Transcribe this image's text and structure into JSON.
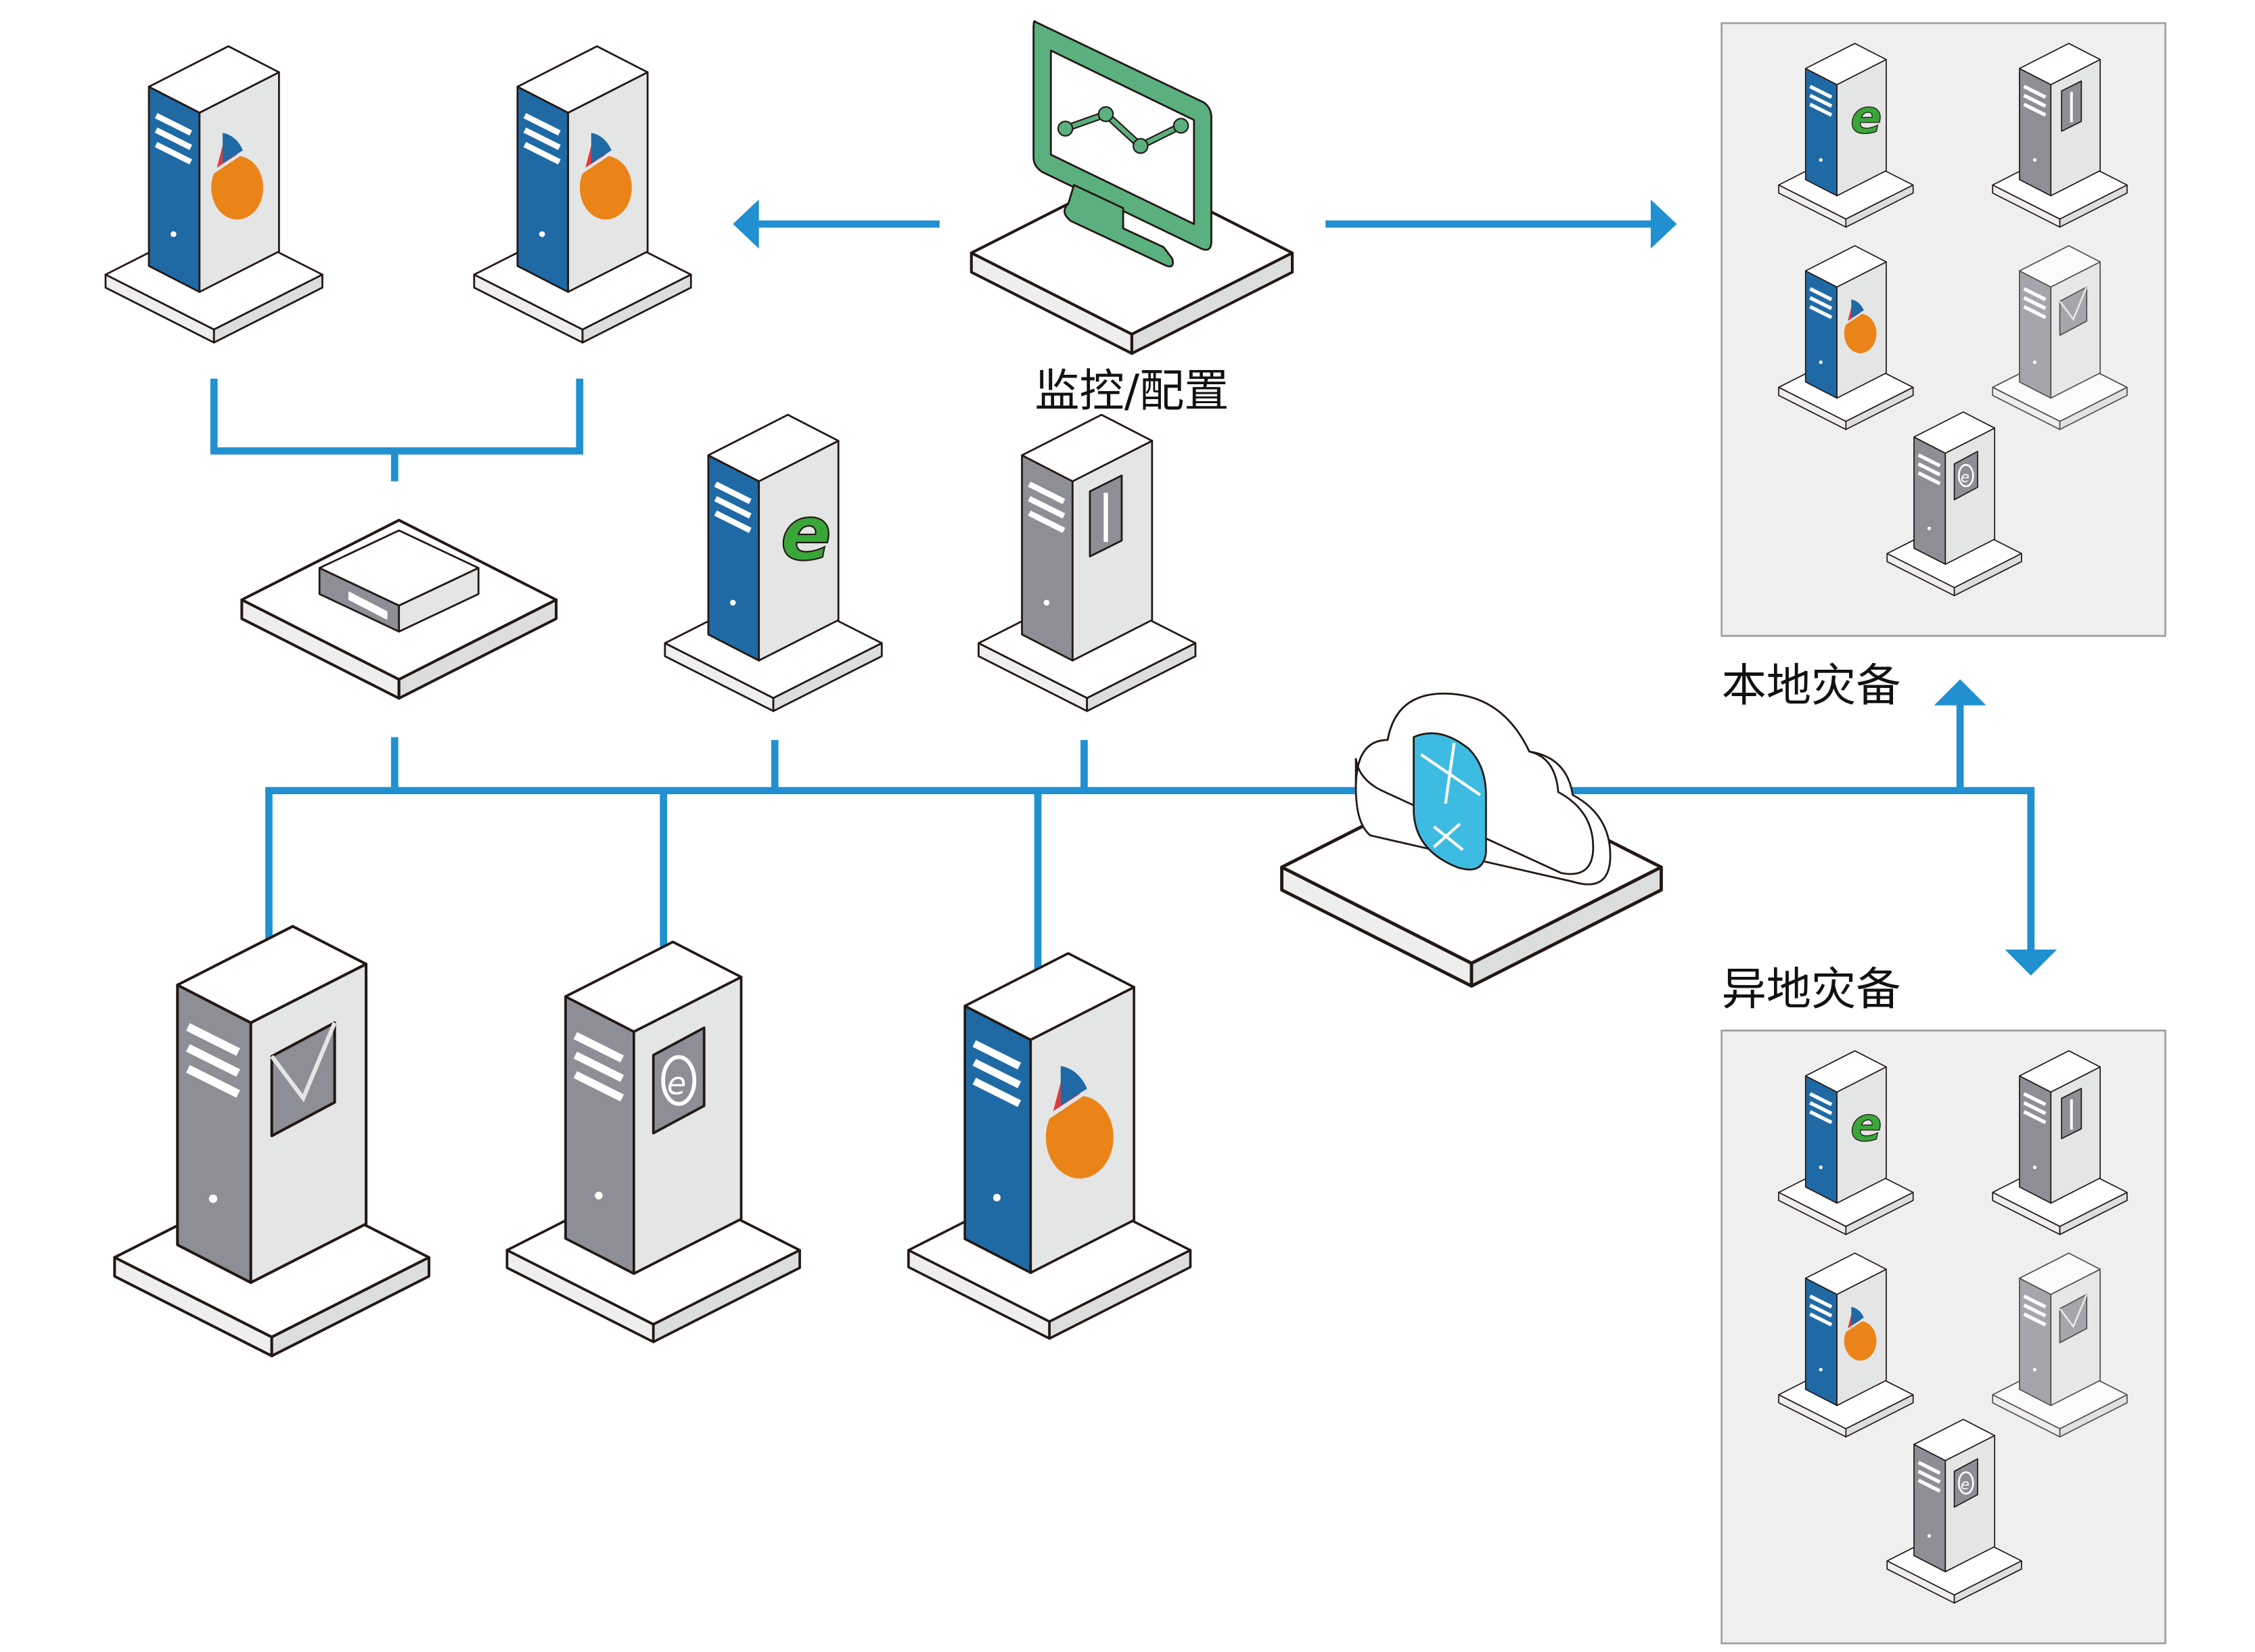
{
  "labels": {
    "monitor": "监控/配置",
    "local_backup": "本地灾备",
    "remote_backup": "异地灾备"
  },
  "colors": {
    "connector": "#2090d0",
    "server_blue": "#1f6aa5",
    "server_grey": "#8d8e96",
    "monitor_green": "#5ab07e",
    "cloud_blue": "#3dbbe2",
    "pie_orange": "#ea8419",
    "pie_red": "#e03a3e",
    "ie_green": "#3aa639",
    "backup_panel": "#efefef"
  },
  "icons": [
    "server-chart-icon",
    "server-web-icon",
    "server-drive-icon",
    "server-mail-icon",
    "server-safe-icon",
    "switch-icon",
    "monitor-icon",
    "cloud-router-icon"
  ]
}
